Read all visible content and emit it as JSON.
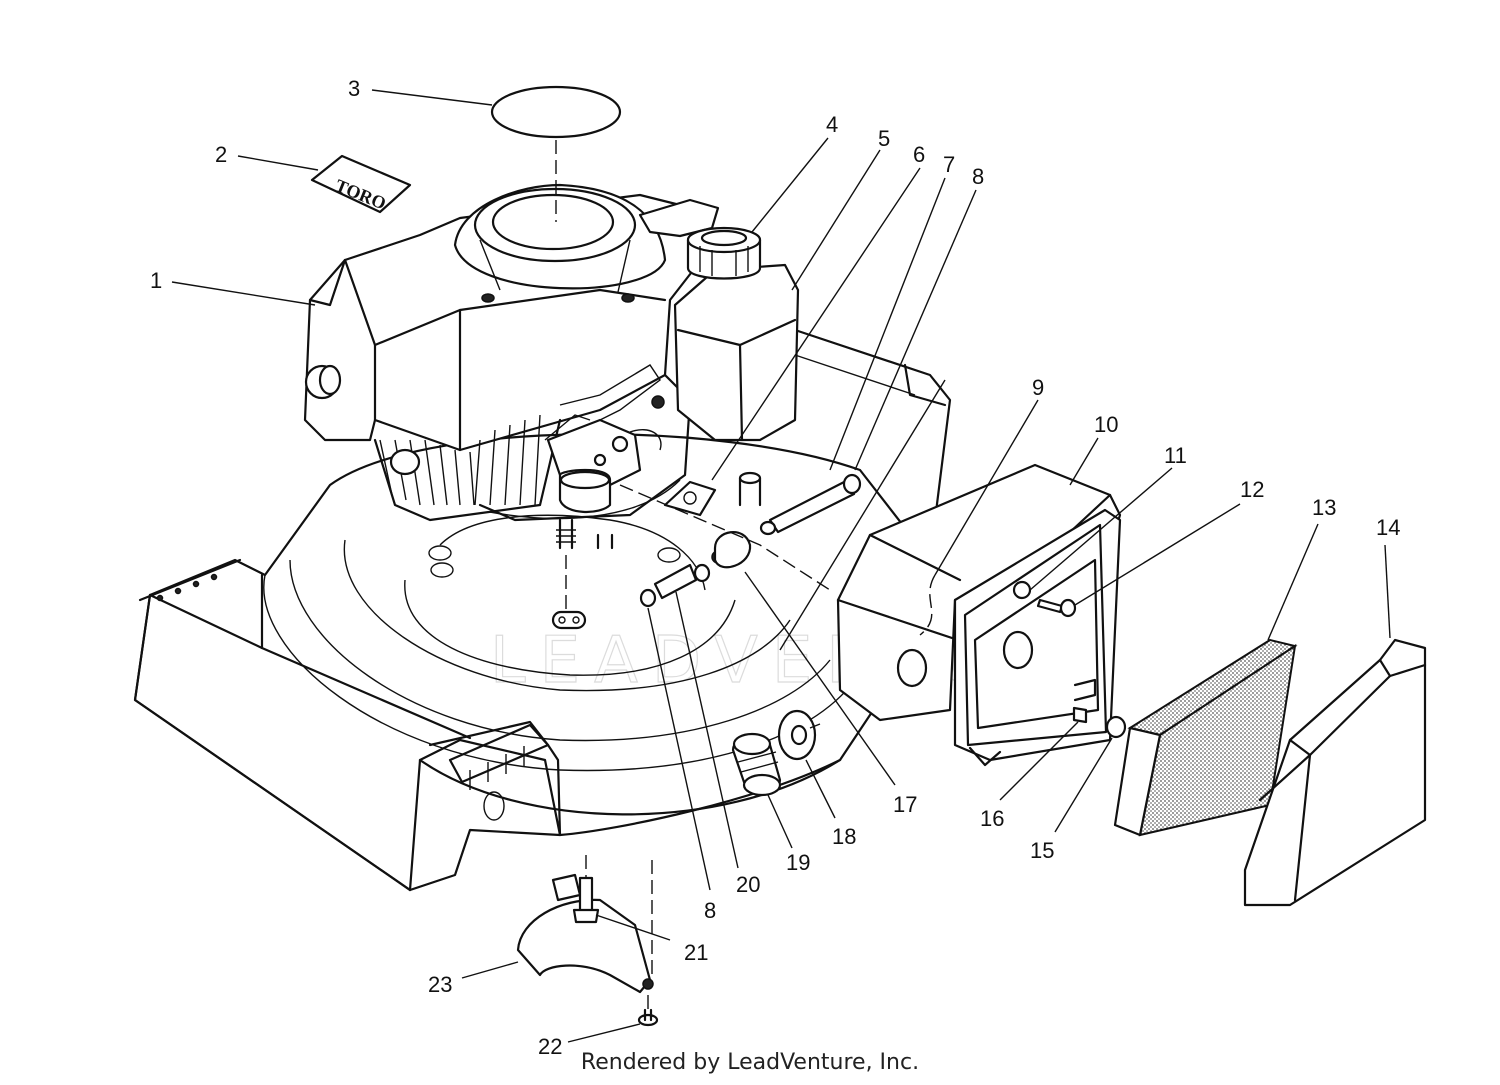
{
  "diagram": {
    "logo_text": "TORO",
    "watermark": "LEADVENTURE",
    "footer": "Rendered by LeadVenture, Inc.",
    "callouts": [
      {
        "id": "c1",
        "label": "1"
      },
      {
        "id": "c2",
        "label": "2"
      },
      {
        "id": "c3",
        "label": "3"
      },
      {
        "id": "c4",
        "label": "4"
      },
      {
        "id": "c5",
        "label": "5"
      },
      {
        "id": "c6",
        "label": "6"
      },
      {
        "id": "c7",
        "label": "7"
      },
      {
        "id": "c8a",
        "label": "8"
      },
      {
        "id": "c9",
        "label": "9"
      },
      {
        "id": "c10",
        "label": "10"
      },
      {
        "id": "c11",
        "label": "11"
      },
      {
        "id": "c12",
        "label": "12"
      },
      {
        "id": "c13",
        "label": "13"
      },
      {
        "id": "c14",
        "label": "14"
      },
      {
        "id": "c15",
        "label": "15"
      },
      {
        "id": "c16",
        "label": "16"
      },
      {
        "id": "c17",
        "label": "17"
      },
      {
        "id": "c18",
        "label": "18"
      },
      {
        "id": "c19",
        "label": "19"
      },
      {
        "id": "c20",
        "label": "20"
      },
      {
        "id": "c8b",
        "label": "8"
      },
      {
        "id": "c21",
        "label": "21"
      },
      {
        "id": "c22",
        "label": "22"
      },
      {
        "id": "c23",
        "label": "23"
      }
    ]
  }
}
